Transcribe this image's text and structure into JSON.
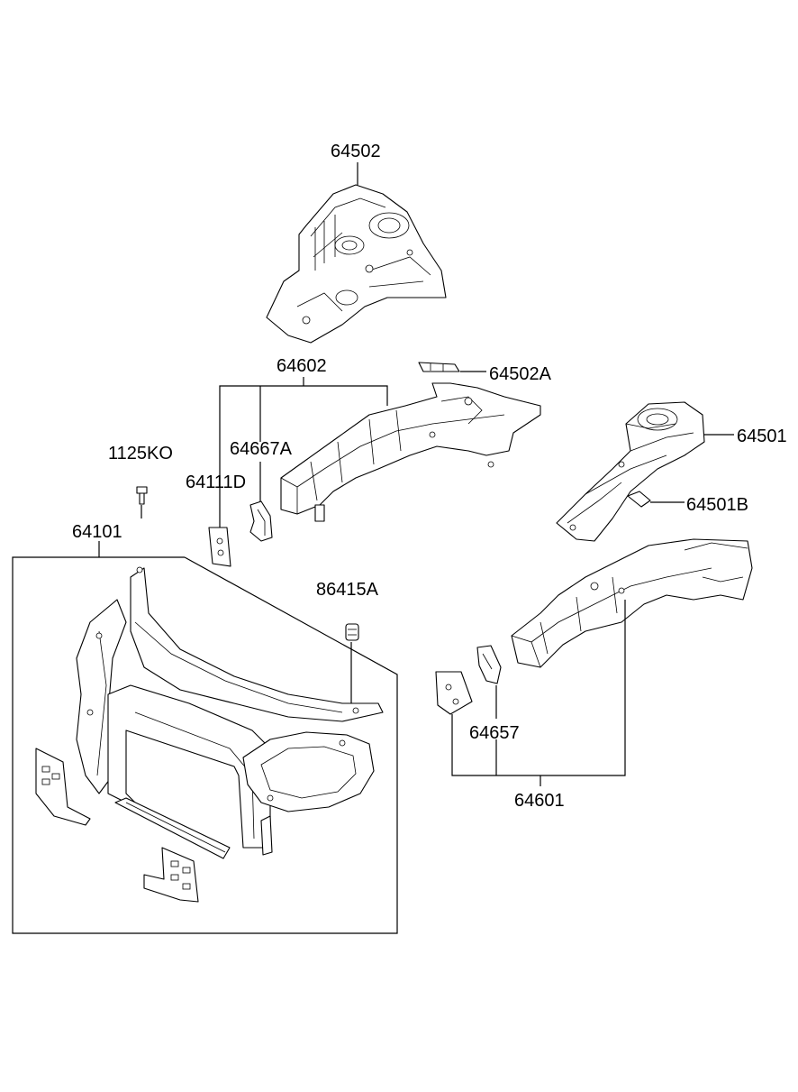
{
  "labels": {
    "p64502": "64502",
    "p64602": "64602",
    "p64502A": "64502A",
    "p1125KO": "1125KO",
    "p64667A": "64667A",
    "p64501": "64501",
    "p64111D": "64111D",
    "p64501B": "64501B",
    "p64101": "64101",
    "p86415A": "86415A",
    "p64657": "64657",
    "p64601": "64601"
  }
}
